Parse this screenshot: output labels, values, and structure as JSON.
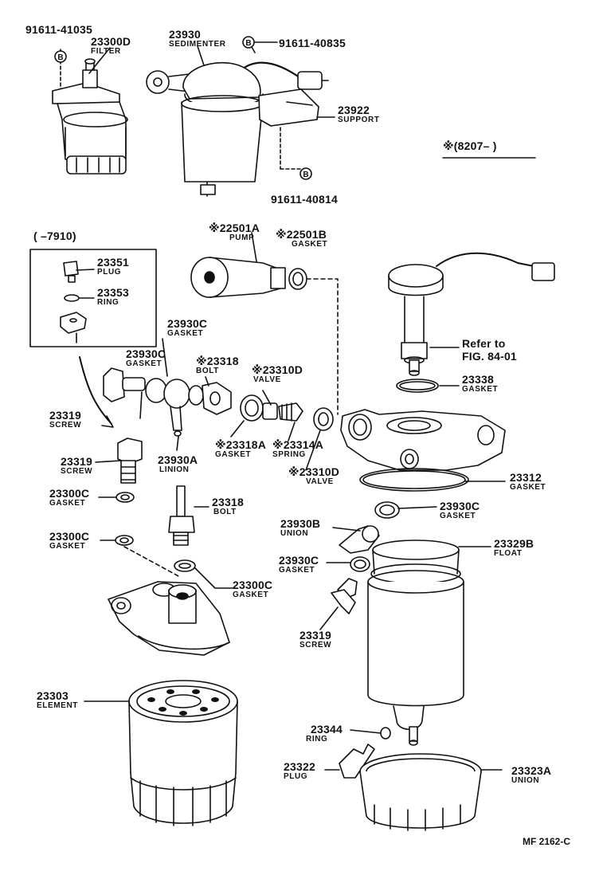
{
  "title_block": {
    "code": "MF 2162-C"
  },
  "notes": {
    "date_range_new": "※(8207–        )",
    "date_range_old": "(        –7910)",
    "refer_line1": "Refer to",
    "refer_line2": "FIG. 84-01"
  },
  "callouts": [
    {
      "id": "c1",
      "number": "91611-41035",
      "name": ""
    },
    {
      "id": "c2",
      "number": "23300D",
      "name": "FILTER"
    },
    {
      "id": "c3",
      "number": "23930",
      "name": "SEDIMENTER"
    },
    {
      "id": "c4",
      "number": "91611-40835",
      "name": ""
    },
    {
      "id": "c5",
      "number": "23922",
      "name": "SUPPORT"
    },
    {
      "id": "c6",
      "number": "91611-40814",
      "name": ""
    },
    {
      "id": "c7",
      "number": "※22501A",
      "name": "PUMP"
    },
    {
      "id": "c8",
      "number": "※22501B",
      "name": "GASKET"
    },
    {
      "id": "c9",
      "number": "23351",
      "name": "PLUG"
    },
    {
      "id": "c10",
      "number": "23353",
      "name": "RING"
    },
    {
      "id": "c11",
      "number": "23930C",
      "name": "GASKET"
    },
    {
      "id": "c12",
      "number": "23930C",
      "name": "GASKET"
    },
    {
      "id": "c13",
      "number": "※23318",
      "name": "BOLT"
    },
    {
      "id": "c14",
      "number": "※23310D",
      "name": "VALVE"
    },
    {
      "id": "c15",
      "number": "23319",
      "name": "SCREW"
    },
    {
      "id": "c16",
      "number": "※23318A",
      "name": "GASKET"
    },
    {
      "id": "c17",
      "number": "※23314A",
      "name": "SPRING"
    },
    {
      "id": "c18",
      "number": "※23310D",
      "name": "VALVE"
    },
    {
      "id": "c19",
      "number": "23930A",
      "name": "LINION"
    },
    {
      "id": "c20",
      "number": "23319",
      "name": "SCREW"
    },
    {
      "id": "c21",
      "number": "23300C",
      "name": "GASKET"
    },
    {
      "id": "c22",
      "number": "23318",
      "name": "BOLT"
    },
    {
      "id": "c23",
      "number": "23300C",
      "name": "GASKET"
    },
    {
      "id": "c24",
      "number": "23300C",
      "name": "GASKET"
    },
    {
      "id": "c25",
      "number": "23338",
      "name": "GASKET"
    },
    {
      "id": "c26",
      "number": "23312",
      "name": "GASKET"
    },
    {
      "id": "c27",
      "number": "23930C",
      "name": "GASKET"
    },
    {
      "id": "c28",
      "number": "23930B",
      "name": "UNION"
    },
    {
      "id": "c29",
      "number": "23329B",
      "name": "FLOAT"
    },
    {
      "id": "c30",
      "number": "23930C",
      "name": "GASKET"
    },
    {
      "id": "c31",
      "number": "23319",
      "name": "SCREW"
    },
    {
      "id": "c32",
      "number": "23303",
      "name": "ELEMENT"
    },
    {
      "id": "c33",
      "number": "23344",
      "name": "RING"
    },
    {
      "id": "c34",
      "number": "23322",
      "name": "PLUG"
    },
    {
      "id": "c35",
      "number": "23323A",
      "name": "UNION"
    }
  ],
  "markers": [
    {
      "text": "B"
    },
    {
      "text": "B"
    },
    {
      "text": "B"
    }
  ]
}
